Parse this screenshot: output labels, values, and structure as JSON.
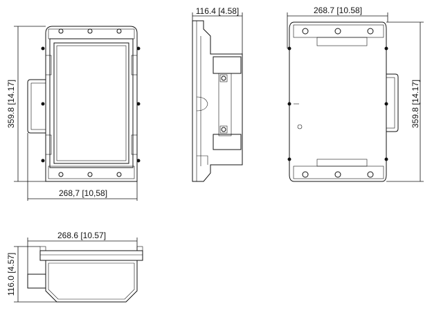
{
  "views": {
    "front": {
      "width_label": "268,7 [10,58]",
      "height_label": "359.8 [14.17]"
    },
    "side": {
      "depth_label": "116.4 [4.58]"
    },
    "back": {
      "width_label": "268.7 [10.58]",
      "height_label": "359.8 [14.17]"
    },
    "bottom": {
      "width_label": "268.6 [10.57]",
      "depth_label": "116.0 [4.57]"
    }
  }
}
